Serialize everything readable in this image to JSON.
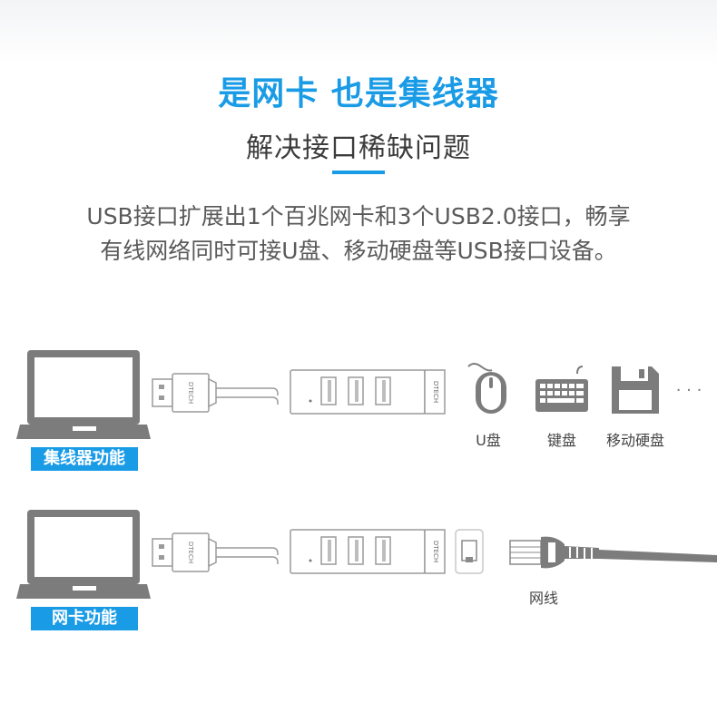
{
  "header": {
    "title": "是网卡 也是集线器",
    "subtitle": "解决接口稀缺问题",
    "desc_line1": "USB接口扩展出1个百兆网卡和3个USB2.0接口，畅享",
    "desc_line2": "有线网络同时可接U盘、移动硬盘等USB接口设备。"
  },
  "hub_section": {
    "badge": "集线器功能",
    "brand": "DTECH",
    "devices": [
      {
        "icon": "mouse-icon",
        "label": "U盘"
      },
      {
        "icon": "keyboard-icon",
        "label": "键盘"
      },
      {
        "icon": "floppy-disk-icon",
        "label": "移动硬盘"
      },
      {
        "icon": "ellipsis-icon",
        "label": "· · ·"
      }
    ]
  },
  "nic_section": {
    "badge": "网卡功能",
    "brand": "DTECH",
    "cable_label": "网线"
  },
  "colors": {
    "accent": "#1a9be6",
    "device_gray": "#7c7c7c",
    "line_gray": "#9a9a9a"
  }
}
